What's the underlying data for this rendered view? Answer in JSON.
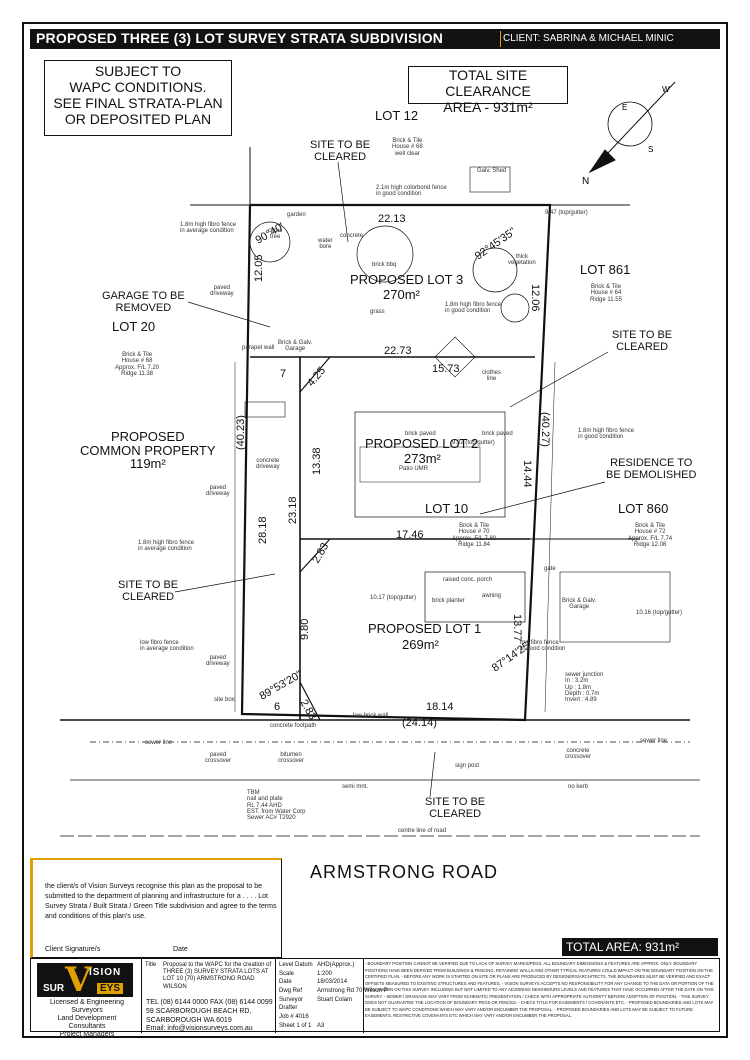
{
  "header": {
    "title": "PROPOSED THREE (3) LOT SURVEY STRATA SUBDIVISION",
    "client": "CLIENT: SABRINA & MICHAEL MINIC"
  },
  "notes_box": {
    "subject": "SUBJECT TO\nWAPC CONDITIONS.\nSEE FINAL STRATA-PLAN\nOR DEPOSITED PLAN",
    "clearance": "TOTAL SITE CLEARANCE\nAREA  - 931m²"
  },
  "compass": {
    "n": "N",
    "e": "E",
    "w": "W",
    "s": "S"
  },
  "lots": {
    "lot12": "LOT 12",
    "lot861": "LOT 861",
    "lot20": "LOT 20",
    "lot860": "LOT 860",
    "lot10": "LOT 10",
    "lot3": "PROPOSED LOT 3",
    "lot3_area": "270m²",
    "lot2": "PROPOSED LOT 2",
    "lot2_area": "273m²",
    "lot1": "PROPOSED LOT 1",
    "lot1_area": "269m²",
    "common": "PROPOSED\nCOMMON PROPERTY\n119m²"
  },
  "callouts": {
    "site_clear_top": "SITE TO BE\nCLEARED",
    "garage_removed": "GARAGE TO BE\nREMOVED",
    "site_clear_right": "SITE TO BE\nCLEARED",
    "residence": "RESIDENCE TO\nBE DEMOLISHED",
    "site_clear_left": "SITE TO BE\nCLEARED",
    "site_clear_bottom": "SITE TO BE\nCLEARED"
  },
  "dimensions": {
    "d1": "22.13",
    "d2": "12.05",
    "d3": "12.06",
    "d4": "90°40'",
    "d5": "92°45'35\"",
    "d6": "22.73",
    "d7": "15.73",
    "d8": "7",
    "d9": "4.25",
    "d10": "13.38",
    "d11": "(40.23)",
    "d12": "(40.27)",
    "d13": "14.44",
    "d14": "23.18",
    "d15": "28.18",
    "d16": "17.46",
    "d17": "2.83",
    "d18": "9.80",
    "d19": "13.77",
    "d20": "89°53'20\"",
    "d21": "2.83",
    "d22": "6",
    "d23": "18.14",
    "d24": "(24.14)",
    "d25": "87°14'25\""
  },
  "small_labels": {
    "house68a": "Brick & Tile\nHouse # 68\nwell clear",
    "fence1": "2.1m high colorbond fence\nin good condition",
    "shed": "Galv. Shed",
    "fence2": "1.8m high fibro fence\nin average condition",
    "house64": "Brick & Tile\nHouse # 64\nRidge 11.55",
    "house68b": "Brick & Tile\nHouse # 68\nApprox. F/L 7.20\nRidge 11.38",
    "garage1": "Brick & Galv.\nGarage",
    "paved_drive1": "paved\ndriveway",
    "paved_drive2": "paved\ndriveway",
    "paved_drive3": "paved\ndriveway",
    "fence3": "1.8m high fibro fence\nin good condition",
    "fence4": "1.8m high fibro fence\nin good condition",
    "house70": "Brick & Tile\nHouse # 70\nApprox. F/L 7.80\nRidge 11.84",
    "house72": "Brick & Tile\nHouse # 72\nApprox. F/L 7.74\nRidge 12.08",
    "fence5": "1.8m high fibro fence\nin average condition",
    "fence6": "low fibro fence\nin average condition",
    "fence7": "low fibro fence\nin good condition",
    "garage2": "Brick & Galv.\nGarage",
    "patio": "Patio UMR",
    "brick_paved1": "brick paved",
    "brick_paved2": "brick paved",
    "clothes": "clothes\nline",
    "garden": "garden",
    "grass": "grass",
    "concrete": "concrete",
    "concrete_drive": "concrete\ndriveway",
    "sewer_junction": "sewer junction\nIn : 3.2m\nUp : 1.8m\nDepth : 0.7m\nInvert : 4.89",
    "tbm": "TBM\nnail and plate\nRL 7.44 AHD\nEST. from Water Corp\nSewer AC# T2920",
    "sewer_line": "sewer line",
    "sewer_line2": "sewer line",
    "concrete_footpath": "concrete footpath",
    "low_brick_wall": "low brick wall",
    "centre_line": "centre line of road",
    "semi_mnt": "semi mnt.",
    "no_kerb": "no kerb",
    "bitumen": "bitumen\ncrossover",
    "paved_crossover": "paved\ncrossover",
    "concrete_crossover": "concrete\ncrossover",
    "sign_post": "sign post",
    "site_box": "site box",
    "thick_veg": "thick\nvegetation",
    "citrus": "citrus\ntree",
    "water_bore": "water\nbore",
    "brick_bbq": "brick bbq",
    "raised_porch": "raised conc. porch",
    "awning": "awning",
    "brick_planter": "brick planter",
    "parapet": "parapet wall",
    "gate": "gate",
    "top_gutter1": "9.47 (top/gutter)",
    "top_gutter2": "9.92 (top/gutter)",
    "top_gutter3": "10.17 (top/gutter)",
    "top_gutter4": "10.16 (top/gutter)"
  },
  "road": {
    "name": "ARMSTRONG     ROAD"
  },
  "consent": {
    "text": "the client/s of Vision Surveys recognise this plan as the proposal to be submitted to the department of planning and infrastructure for a . . . . Lot Survey Strata / Built Strata / Green Title subdivision and agree to the terms and conditions of this plan's use.",
    "signature": "Client Signature/s",
    "date": "Date"
  },
  "total": "TOTAL AREA: 931m²",
  "titleblock": {
    "logo_v": "V",
    "logo_ision": "ISION",
    "logo_sur": "SUR",
    "logo_eys": "EYS",
    "firm": "Licensed & Engineering\nSurveyors\nLand Development\nConsultants\nProject Managers",
    "title_lbl": "Title",
    "title_text": "Proposal to the WAPC for the creation of\nTHREE (3) SURVEY STRATA LOTS AT\nLOT 10 (70) ARMSTRONG ROAD\nWILSON",
    "address": "TEL (08) 6144 0000 FAX (08) 6144 0099\n59 SCARBOROUGH BEACH RD,\nSCARBOROUGH WA 6019\nEmail: info@visionsurveys.com.au",
    "fields_l": "Level Datum\nScale\nDate\nDwg Ref\nSurveyor\nDrafter\nJob # 4016\nSheet 1 of 1",
    "fields_r": "AHD(Approx.)\n1:200\n18/03/2014\nArmstrong Rd 70 Wilson P\nStuart Colam\n\n\nA3",
    "notes": "- BOUNDARY POSITION CANNOT BE VERIFIED DUE TO LACK OF SURVEY MARKS/PEGS. ALL BOUNDARY DIMENSIONS & FEATURES ARE APPROX. ONLY. BOUNDARY POSITIONS HAVE BEEN DERIVED FROM BUILDINGS & FENCING. RETAINING WALLS AND OTHER TYPICAL FEATURES COULD IMPACT ON THE BOUNDARY POSITION ON THE CERTIFIED PLAN. - BEFORE ANY WORK IS STARTED ON SITE OR PLANS ARE PRODUCED BY DESIGNERS/ARCHITECTS, THE BOUNDARIES MUST BE VERIFIED AND EXACT OFFSETS MEASURED TO EXISTING STRUCTURES AND FEATURES. - VISION SURVEYS ACCEPTS NO RESPONSIBILITY FOR ANY CHANGE TO THE DATA OR PORTION OF THE PLAN SHOWN ON THIS SURVEY INCLUDING BUT NOT LIMITED TO ANY ADJOINING NEIGHBOURS LEVELS AND FEATURES THAT HAVE OCCURRED AFTER THE DATE ON THIS SURVEY. - SEWER / DRAINAGE MAY VARY FROM SCHEMATIC PRESENTATION / CHECK WITH APPROPRIATE AUTHORITY BEFORE ADOPTION OF POSITION. - THIS SURVEY DOES NOT GUARANTEE THE LOCATION OF BOUNDARY PEGS OR FENCES. - CHECK TITLE FOR EASEMENTS / COVENANTS ETC. - PROPOSED BOUNDARIES AND LOTS MAY BE SUBJECT TO WAPC CONDITIONS WHICH MAY VARY AND/OR ENCUMBER THE PROPOSAL. - PROPOSED BOUNDARIES AND LOTS MAY BE SUBJECT TO FUTURE EASEMENTS, RESTRICTIVE COVENANTS ETC WHICH MAY VARY AND/OR ENCUMBER THE PROPOSAL."
  },
  "colors": {
    "accent": "#e0a000",
    "ink": "#111111",
    "bar": "#121212"
  }
}
